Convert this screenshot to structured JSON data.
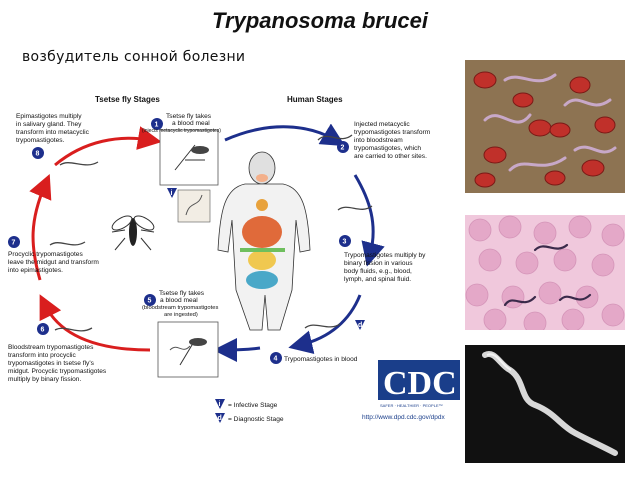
{
  "title": "Trypanosoma brucei",
  "subtitle": "возбудитель сонной болезни",
  "tsetse_stages_header": "Tsetse fly Stages",
  "human_stages_header": "Human Stages",
  "steps": [
    {
      "num": "1",
      "lines": [
        "Tsetse fly takes",
        "a blood meal",
        "(injects metacyclic trypomastigotes)"
      ]
    },
    {
      "num": "2",
      "lines": [
        "Injected metacyclic",
        "trypomastigotes transform",
        "into bloodstream",
        "trypomastigotes, which",
        "are carried to other sites."
      ]
    },
    {
      "num": "3",
      "lines": [
        "Trypomastigotes multiply by",
        "binary fission in various",
        "body fluids, e.g., blood,",
        "lymph, and spinal fluid."
      ]
    },
    {
      "num": "4",
      "lines": [
        "Trypomastigotes in blood"
      ]
    },
    {
      "num": "5",
      "lines": [
        "Tsetse fly takes",
        "a blood meal",
        "(bloodstream trypomastigotes",
        "are ingested)"
      ]
    },
    {
      "num": "6",
      "lines": [
        "Bloodstream trypomastigotes",
        "transform into procyclic",
        "trypomastigotes in tsetse fly's",
        "midgut. Procyclic trypomastigotes",
        "multiply by binary fission."
      ]
    },
    {
      "num": "7",
      "lines": [
        "Procyclic trypomastigotes",
        "leave the midgut and transform",
        "into epimastigotes."
      ]
    },
    {
      "num": "8",
      "lines": [
        "Epimastigotes multiply",
        "in salivary gland. They",
        "transform into metacyclic",
        "trypomastigotes."
      ]
    }
  ],
  "legend": {
    "infective_marker": "i",
    "infective_label": "= Infective Stage",
    "diagnostic_marker": "d",
    "diagnostic_label": "= Diagnostic Stage"
  },
  "cdc": {
    "logo_text": "CDC",
    "tagline": "SAFER · HEALTHIER · PEOPLE™",
    "url": "http://www.dpd.cdc.gov/dpdx"
  },
  "colors": {
    "tsetse_arrow": "#d91e1e",
    "human_arrow": "#1d2f8c",
    "step_marker": "#1d2f8c",
    "cdc_blue": "#1a3e8a"
  }
}
